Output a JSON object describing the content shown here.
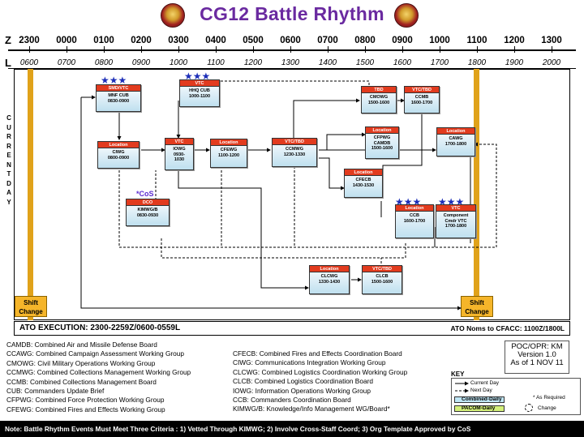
{
  "title": "CG12 Battle Rhythm",
  "zulu_label": "Z",
  "local_label": "L",
  "zulu_times": [
    "2300",
    "0000",
    "0100",
    "0200",
    "0300",
    "0400",
    "0500",
    "0600",
    "0700",
    "0800",
    "0900",
    "1000",
    "1100",
    "1200",
    "1300"
  ],
  "local_times": [
    "0600",
    "0700",
    "0800",
    "0900",
    "1000",
    "1100",
    "1200",
    "1300",
    "1400",
    "1500",
    "1600",
    "1700",
    "1800",
    "1900",
    "2000"
  ],
  "current_day": "CURRENTDAY",
  "shift_change": [
    "Shift",
    "Change"
  ],
  "cos_label": "*CoS",
  "events": [
    {
      "id": "mnfcub",
      "header": "SMD/VTC",
      "lines": [
        "MNF CUB",
        "0830-0900"
      ],
      "stars": "★★★"
    },
    {
      "id": "hhqcub",
      "header": "VTC",
      "lines": [
        "HHQ CUB",
        "1000-1100"
      ],
      "stars": "★★★"
    },
    {
      "id": "ciwg",
      "header": "Location",
      "lines": [
        "CIWG",
        "0800-0900"
      ],
      "stars": ""
    },
    {
      "id": "iowg",
      "header": "VTC",
      "lines": [
        "IOWG",
        "0930-",
        "1030"
      ],
      "stars": ""
    },
    {
      "id": "cfewg",
      "header": "Location",
      "lines": [
        "CFEWG",
        "1100-1200"
      ],
      "stars": ""
    },
    {
      "id": "ccmwg",
      "header": "VTC/TBD",
      "lines": [
        "CCMWG",
        "1230-1330"
      ],
      "stars": ""
    },
    {
      "id": "cmowg",
      "header": "TBD",
      "lines": [
        "CMOWG",
        "1500-1600"
      ],
      "stars": ""
    },
    {
      "id": "ccmb",
      "header": "VTC/TBD",
      "lines": [
        "CCMB",
        "1600-1700"
      ],
      "stars": ""
    },
    {
      "id": "cfpwg",
      "header": "Location",
      "lines": [
        "CFPWG",
        "CAMDB",
        "1500-1600"
      ],
      "stars": ""
    },
    {
      "id": "cawg",
      "header": "Location",
      "lines": [
        "CAWG",
        "1700-1800"
      ],
      "stars": ""
    },
    {
      "id": "cfecb",
      "header": "Location",
      "lines": [
        "CFECB",
        "1430-1530"
      ],
      "stars": ""
    },
    {
      "id": "kimwg",
      "header": "DCO",
      "lines": [
        "KIMWG/B",
        "0830-0930"
      ],
      "stars": ""
    },
    {
      "id": "ccb",
      "header": "Location",
      "lines": [
        "CCB",
        "1600-1700"
      ],
      "stars": "★★★"
    },
    {
      "id": "compvtc",
      "header": "VTC",
      "lines": [
        "Component",
        "Cmdr VTC",
        "1700-1800"
      ],
      "stars": "★★★"
    },
    {
      "id": "clcwg",
      "header": "Location",
      "lines": [
        "CLCWG",
        "1330-1430"
      ],
      "stars": ""
    },
    {
      "id": "clcb",
      "header": "VTC/TBD",
      "lines": [
        "CLCB",
        "1500-1600"
      ],
      "stars": ""
    }
  ],
  "ato_execution": "ATO EXECUTION: 2300-2259Z/0600-0559L",
  "ato_noms": "ATO Noms to CFACC: 1100Z/1800L",
  "definitions_left": [
    "CAMDB: Combined Air and Missile Defense Board",
    "CCAWG: Combined Campaign Assessment Working Group",
    "CMOWG: Civil Military Operations Working Group",
    "CCMWG: Combined Collections Management Working Group",
    "CCMB: Combined Collections Management Board",
    "CUB: Commanders Update  Brief",
    "CFPWG: Combined Force Protection Working Group",
    "CFEWG: Combined Fires and Effects Working Group"
  ],
  "definitions_right": [
    "CFECB:  Combined Fires and Effects Coordination Board",
    "CIWG: Communications Integration Working Group",
    "CLCWG: Combined Logistics Coordination Working Group",
    "CLCB:  Combined Logistics Coordination Board",
    "IOWG:  Information Operations Working Group",
    "CCB:  Commanders Coordination Board",
    "KIMWG/B: Knowledge/Info Management WG/Board*"
  ],
  "poc": [
    "POC/OPR: KM",
    "Version 1.0",
    "As of 1 NOV 11"
  ],
  "key": {
    "title": "KEY",
    "current_day": "Current Day",
    "next_day": "Next Day",
    "combined_daily": "Combined-Daily",
    "pacom_daily": "PACOM-Daily",
    "as_required": "* As Required",
    "change": "Change",
    "colors": {
      "combined": "#bfe6f5",
      "pacom": "#d4f07a"
    }
  },
  "note": "Note: Battle Rhythm Events Must Meet Three Criteria : 1) Vetted Through KIMWG; 2) Involve Cross-Staff Coord; 3) Org Template Approved by CoS"
}
